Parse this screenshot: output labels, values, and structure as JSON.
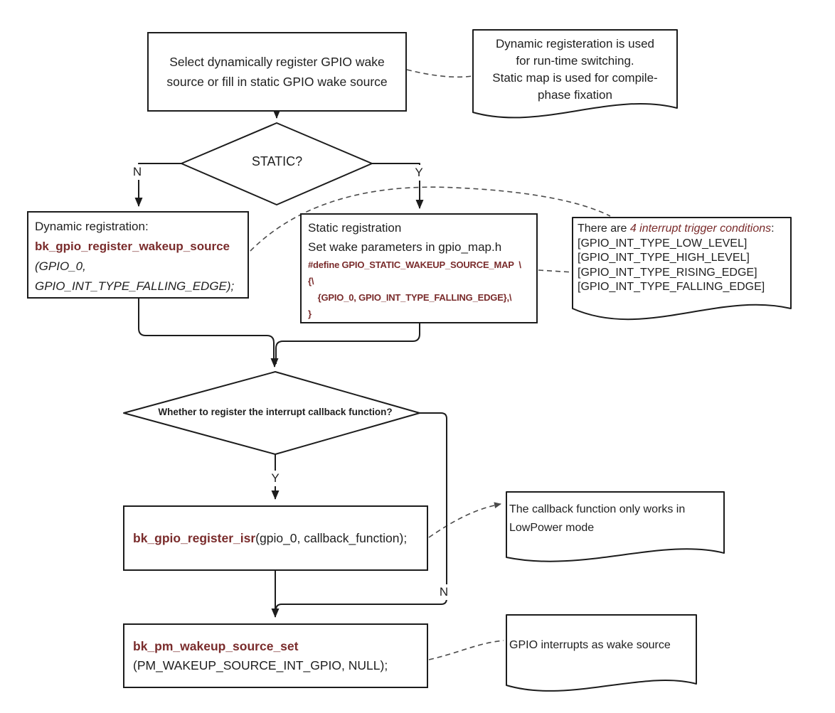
{
  "palette": {
    "accent": "#7a2c2c",
    "line_color": "#1c1c1c",
    "dash_color": "#4a4a4a"
  },
  "nodes": {
    "select": {
      "text": "Select dynamically register GPIO wake source or fill in static GPIO wake source"
    },
    "decision_static": {
      "label": "STATIC?"
    },
    "dynamic": {
      "title": "Dynamic registration:",
      "func": "bk_gpio_register_wakeup_source",
      "arg_line1": "(GPIO_0,",
      "arg_line2": "GPIO_INT_TYPE_FALLING_EDGE);"
    },
    "static": {
      "title": "Static registration",
      "subtitle": "Set wake parameters in gpio_map.h",
      "code_line1": "#define GPIO_STATIC_WAKEUP_SOURCE_MAP  \\",
      "code_line2": "{\\",
      "code_line3": "    {GPIO_0, GPIO_INT_TYPE_FALLING_EDGE},\\",
      "code_line4": "}"
    },
    "decision_callback": {
      "label": "Whether to register the interrupt callback function?"
    },
    "register_isr": {
      "func": "bk_gpio_register_isr",
      "args": "(gpio_0, callback_function);"
    },
    "pm_set": {
      "func": "bk_pm_wakeup_source_set",
      "args": "(PM_WAKEUP_SOURCE_INT_GPIO, NULL);"
    }
  },
  "callouts": {
    "registration_note": {
      "lines": [
        "Dynamic registeration is used",
        "for run-time switching.",
        "Static map is used for compile-",
        "phase fixation"
      ]
    },
    "trigger_note": {
      "prefix": "There are ",
      "emphasis": "4 interrupt trigger conditions",
      "suffix": ":",
      "items": [
        "[GPIO_INT_TYPE_LOW_LEVEL]",
        "[GPIO_INT_TYPE_HIGH_LEVEL]",
        "[GPIO_INT_TYPE_RISING_EDGE]",
        "[GPIO_INT_TYPE_FALLING_EDGE]"
      ]
    },
    "callback_note": {
      "text": "The callback function only works in LowPower mode"
    },
    "wake_note": {
      "text": "GPIO interrupts as wake source"
    }
  },
  "branch_labels": {
    "static_no": "N",
    "static_yes": "Y",
    "callback_yes": "Y",
    "callback_no": "N"
  }
}
